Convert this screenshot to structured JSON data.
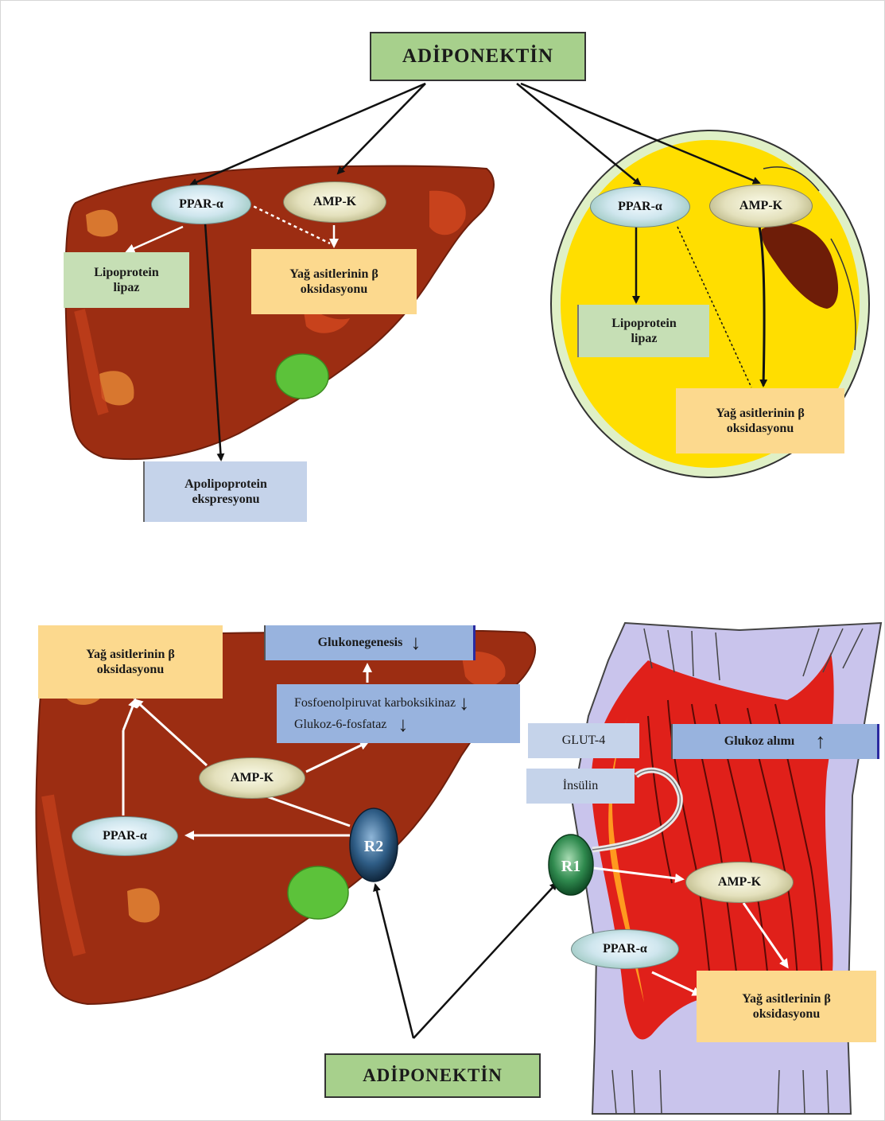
{
  "top": {
    "title": "ADİPONEKTİN",
    "liver": {
      "ppar": "PPAR-α",
      "ampk": "AMP-K",
      "lipoprotein": "Lipoprotein\nlipaz",
      "beta_ox": "Yağ asitlerinin β\noksidasyonu",
      "apolipo": "Apolipoprotein\nekspresyonu"
    },
    "muscle": {
      "ppar": "PPAR-α",
      "ampk": "AMP-K",
      "lipoprotein": "Lipoprotein\nlipaz",
      "beta_ox": "Yağ asitlerinin β\noksidasyonu"
    }
  },
  "bottom": {
    "title": "ADİPONEKTİN",
    "liver": {
      "beta_ox": "Yağ asitlerinin β\noksidasyonu",
      "gluconeo": "Glukonegenesis",
      "pepck": "Fosfoenolpiruvat karboksikinaz",
      "g6p": "Glukoz-6-fosfataz",
      "ampk": "AMP-K",
      "ppar": "PPAR-α",
      "receptor": "R2",
      "down_arrow": "↓"
    },
    "muscle": {
      "glut4": "GLUT-4",
      "glucose_uptake": "Glukoz alımı",
      "insulin": "İnsülin",
      "receptor": "R1",
      "ampk": "AMP-K",
      "ppar": "PPAR-α",
      "beta_ox": "Yağ asitlerinin β\noksidasyonu",
      "up_arrow": "↑"
    }
  },
  "colors": {
    "liver": "#9c2d12",
    "liver_light": "#c8421c",
    "liver_patch": "#d8772f",
    "gallbladder": "#5cc23a",
    "adipocyte": "#ffde00",
    "muscle_sheath": "#c9c4ec",
    "muscle_red": "#e0201a",
    "muscle_orange": "#ff9a1f"
  }
}
